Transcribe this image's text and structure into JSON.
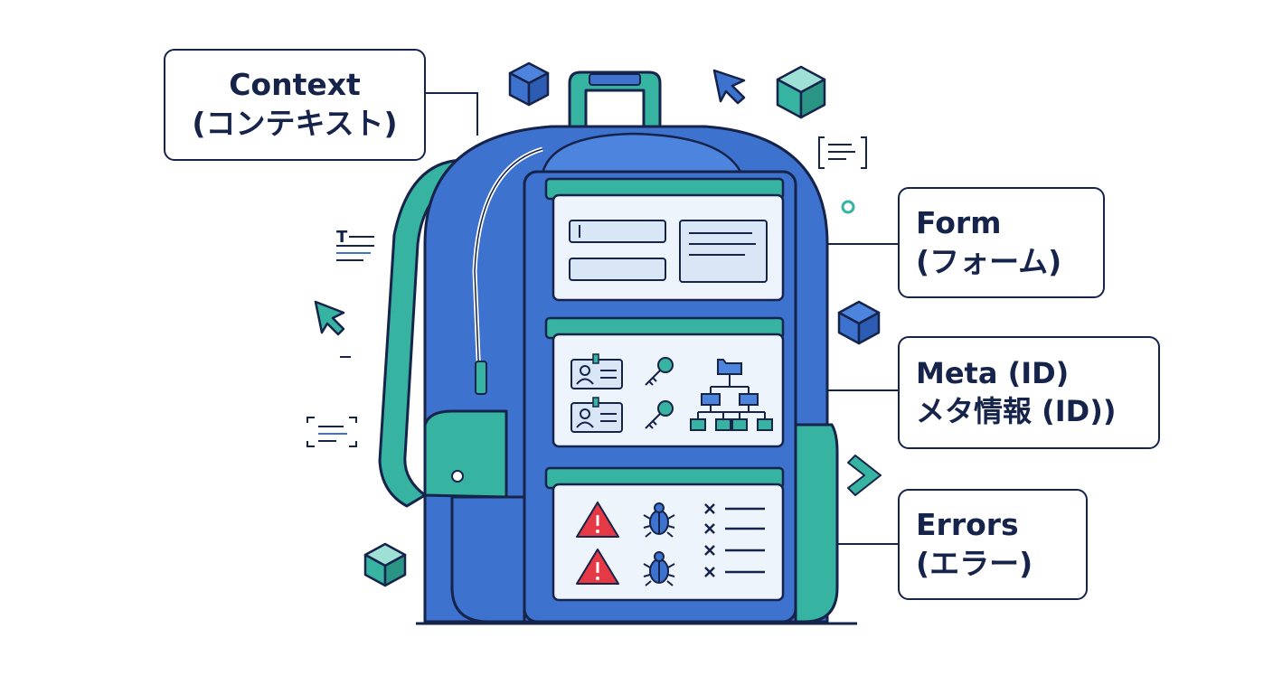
{
  "labels": {
    "context": {
      "line1": "Context",
      "line2": "(コンテキスト)"
    },
    "form": {
      "line1": "Form",
      "line2": "(フォーム)"
    },
    "meta": {
      "line1": "Meta (ID)",
      "line2": "メタ情報 (ID))"
    },
    "errors": {
      "line1": "Errors",
      "line2": "(エラー)"
    }
  },
  "decor_letter": "T",
  "colors": {
    "outline": "#16234a",
    "bag_blue": "#3d72cf",
    "bag_blue_light": "#4d84dd",
    "teal": "#36b3a1",
    "panel_bg": "#eef4fb",
    "field_bg": "#d8e6f6",
    "warning_red": "#e63946"
  },
  "icons": [
    "id-card-icon",
    "key-icon",
    "folder-tree-icon",
    "warning-icon",
    "bug-icon",
    "x-list-icon",
    "cube-icon",
    "cursor-icon",
    "document-icon",
    "chevron-right-icon"
  ]
}
